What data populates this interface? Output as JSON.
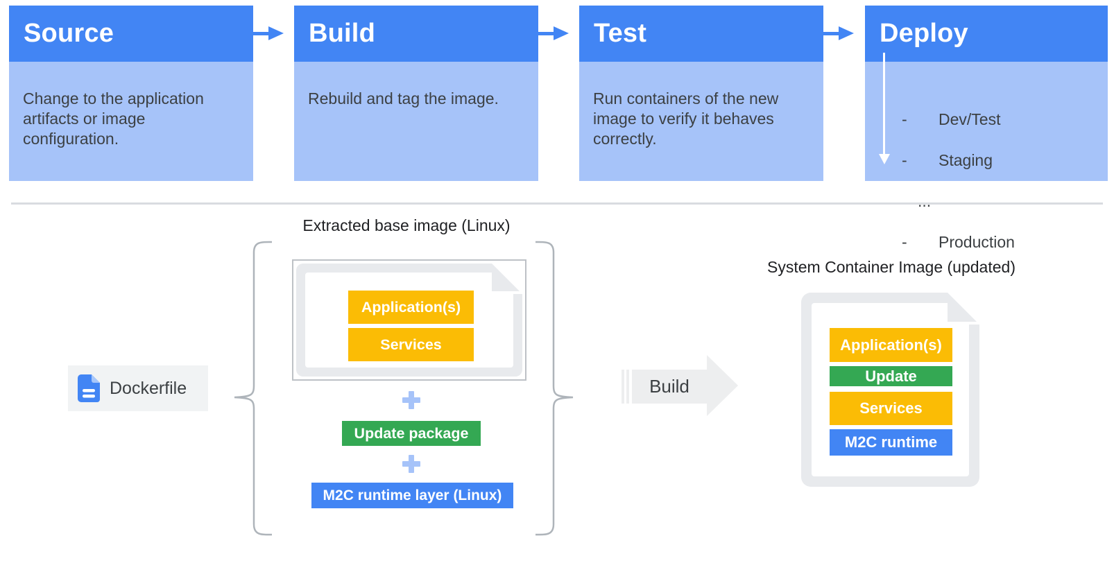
{
  "pipeline": {
    "stages": [
      {
        "title": "Source",
        "description": "Change to the application\nartifacts or image\nconfiguration."
      },
      {
        "title": "Build",
        "description": "Rebuild and tag the image."
      },
      {
        "title": "Test",
        "description": "Run containers of the new\nimage to verify it behaves\ncorrectly."
      },
      {
        "title": "Deploy",
        "description": "",
        "environments": [
          {
            "dash": "-",
            "label": "Dev/Test"
          },
          {
            "dash": "-",
            "label": "Staging"
          },
          {
            "dash": "",
            "label": "..."
          },
          {
            "dash": "-",
            "label": "Production"
          }
        ]
      }
    ]
  },
  "build_flow": {
    "dockerfile_label": "Dockerfile",
    "base_image": {
      "title": "Extracted base image (Linux)",
      "document_layers": [
        "Application(s)",
        "Services"
      ],
      "plus_sign": "+",
      "additions": [
        "Update package",
        "M2C runtime layer (Linux)"
      ]
    },
    "build_arrow_label": "Build",
    "result_image": {
      "title": "System Container Image (updated)",
      "layers": [
        {
          "label": "Application(s)",
          "color": "#FBBC05"
        },
        {
          "label": "Update",
          "color": "#34A853"
        },
        {
          "label": "Services",
          "color": "#FBBC05"
        },
        {
          "label": "M2C runtime",
          "color": "#4285F4"
        }
      ]
    }
  },
  "icons": {
    "dockerfile": "document-icon",
    "stage_connector": "arrow-right-icon",
    "deploy_order": "down-arrow-icon",
    "layer_add": "plus-icon"
  },
  "colors": {
    "stage_header_blue": "#4285F4",
    "stage_body_blue": "#A6C3F9",
    "accent_yellow": "#FBBC05",
    "accent_green": "#34A853",
    "accent_blue": "#4285F4",
    "document_gray": "#E8EAED",
    "neutral_chip_gray": "#F1F3F4",
    "build_arrow_gray": "#EDEEEF",
    "divider_gray": "#D9DCE0",
    "text_dark": "#3C4043",
    "title_dark": "#202124",
    "plus_light_blue": "#A6C3F9"
  }
}
